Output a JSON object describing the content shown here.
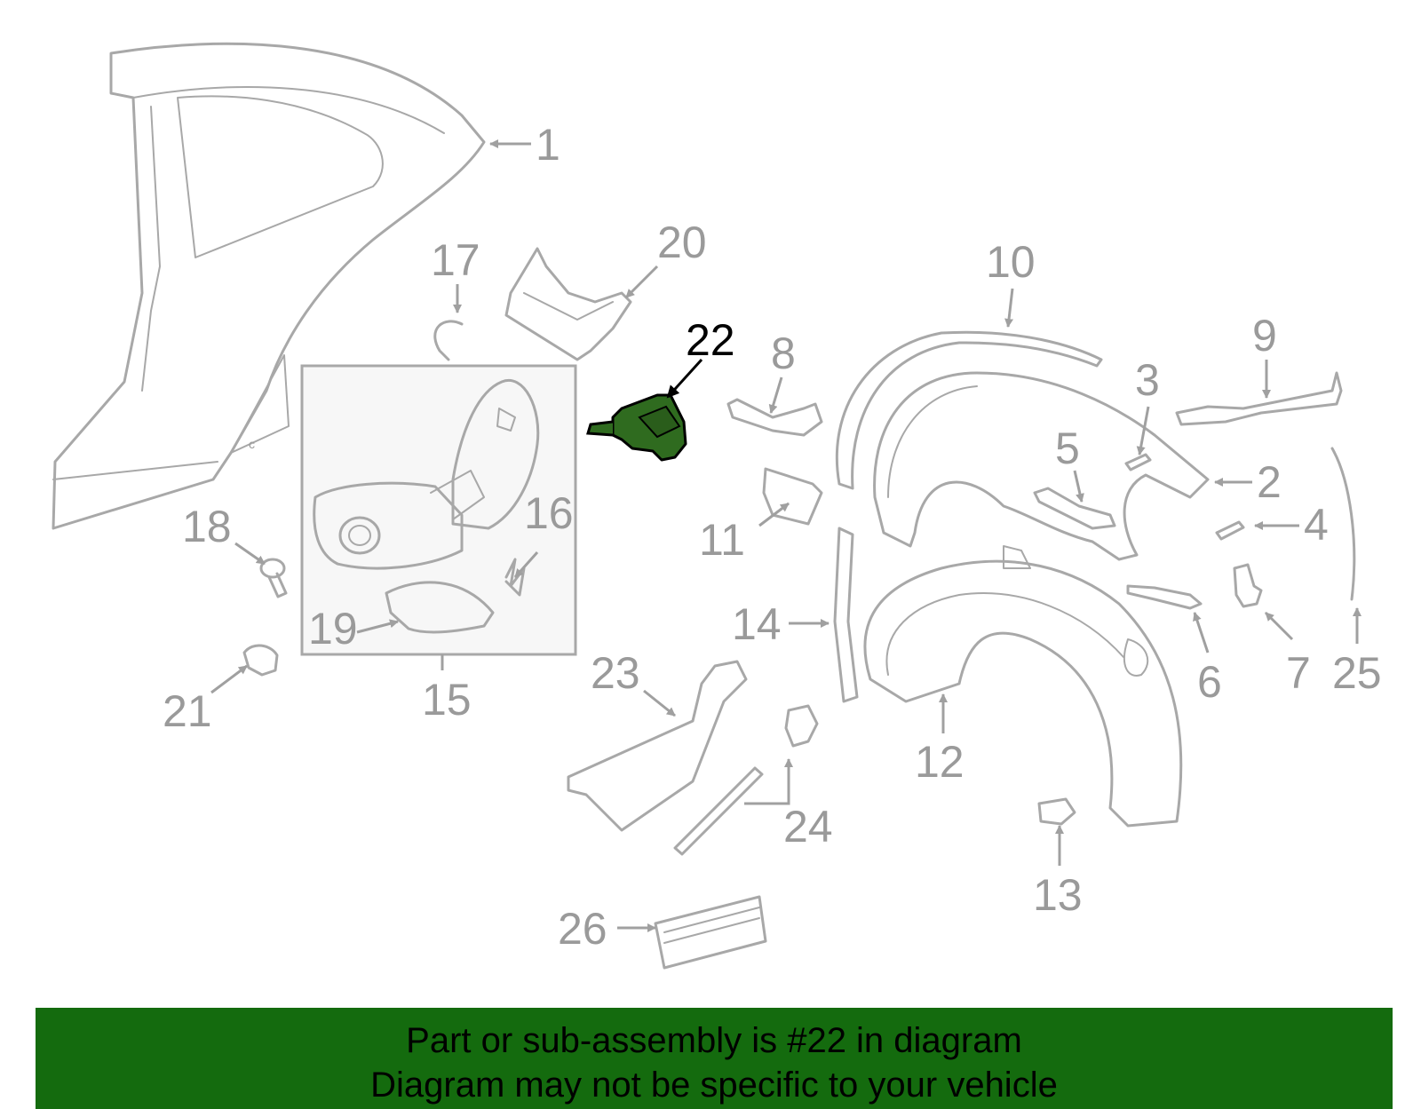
{
  "diagram": {
    "highlighted_part": "22",
    "highlight_color": "#2f6b1f",
    "part_color": "#a8a8a8",
    "callouts": [
      "1",
      "2",
      "3",
      "4",
      "5",
      "6",
      "7",
      "8",
      "9",
      "10",
      "11",
      "12",
      "13",
      "14",
      "15",
      "16",
      "17",
      "18",
      "19",
      "20",
      "21",
      "22",
      "23",
      "24",
      "25",
      "26"
    ]
  },
  "banner": {
    "color": "#146b0e",
    "line1": "Part or sub-assembly is #22 in diagram",
    "line2": "Diagram may not be specific to your vehicle"
  }
}
